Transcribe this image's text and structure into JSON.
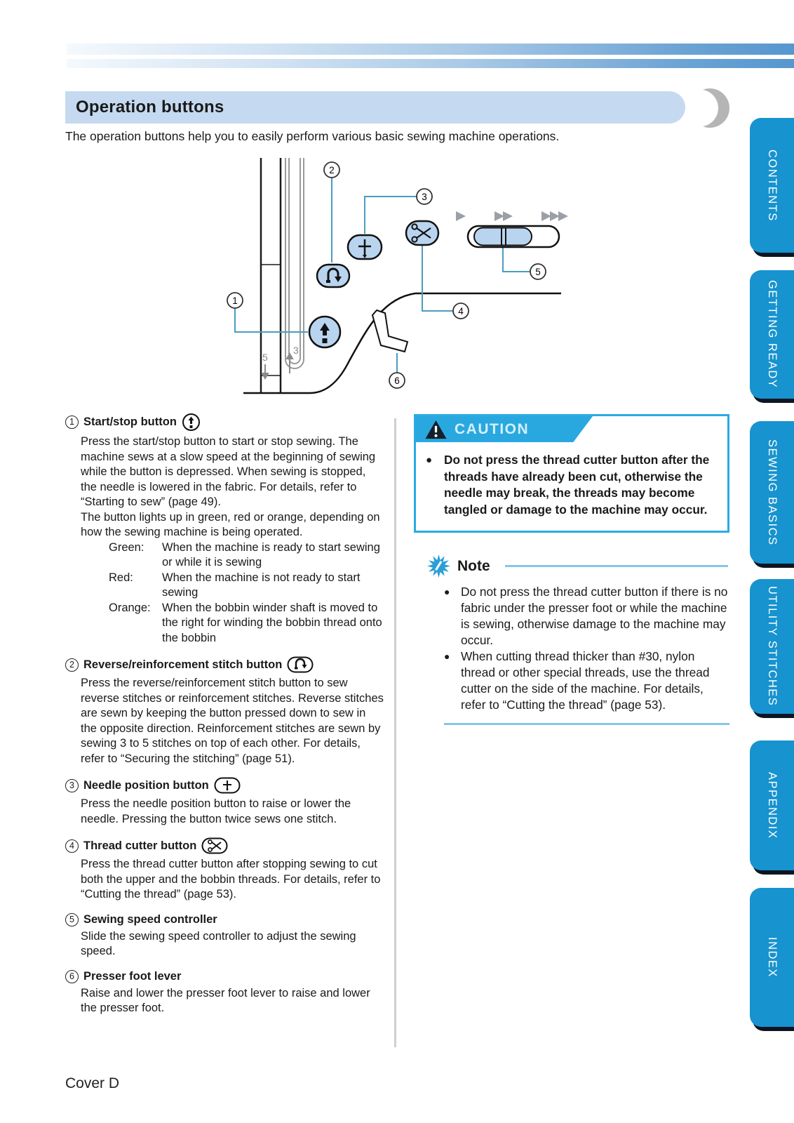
{
  "page": {
    "section_title": "Operation buttons",
    "intro": "The operation buttons help you to easily perform various basic sewing machine operations.",
    "footer": "Cover D"
  },
  "diagram": {
    "callouts": [
      "1",
      "2",
      "3",
      "4",
      "5",
      "6"
    ],
    "marks": {
      "left_num": "5",
      "right_num": "3"
    }
  },
  "sections": [
    {
      "num": "1",
      "title": "Start/stop button",
      "body": "Press the start/stop button to start or stop sewing. The machine sews at a slow speed at the beginning of sewing while the button is depressed. When sewing is stopped, the needle is lowered in the fabric. For details, refer to “Starting to sew” (page 49).",
      "body2": "The button lights up in green, red or orange, depending on how the sewing machine is being operated.",
      "table": [
        {
          "label": "Green:",
          "desc": "When the machine is ready to start sewing or while it is sewing"
        },
        {
          "label": "Red:",
          "desc": "When the machine is not ready to start sewing"
        },
        {
          "label": "Orange:",
          "desc": "When the bobbin winder shaft is moved to the right for winding the bobbin thread onto the bobbin"
        }
      ]
    },
    {
      "num": "2",
      "title": "Reverse/reinforcement stitch button",
      "body": "Press the reverse/reinforcement stitch button to sew reverse stitches or reinforcement stitches. Reverse stitches are sewn by keeping the button pressed down to sew in the opposite direction. Reinforcement stitches are sewn by sewing 3 to 5 stitches on top of each other. For details, refer to “Securing the stitching” (page 51)."
    },
    {
      "num": "3",
      "title": "Needle position button",
      "body": "Press the needle position button to raise or lower the needle. Pressing the button twice sews one stitch."
    },
    {
      "num": "4",
      "title": "Thread cutter button",
      "body": "Press the thread cutter button after stopping sewing to cut both the upper and the bobbin threads. For details, refer to “Cutting the thread” (page 53)."
    },
    {
      "num": "5",
      "title": "Sewing speed controller",
      "body": "Slide the sewing speed controller to adjust the sewing speed."
    },
    {
      "num": "6",
      "title": "Presser foot lever",
      "body": "Raise and lower the presser foot lever to raise and lower the presser foot."
    }
  ],
  "caution": {
    "title": "CAUTION",
    "items": [
      "Do not press the thread cutter button after the threads have already been cut, otherwise the needle may break, the threads may become tangled or damage to the machine may occur."
    ]
  },
  "note": {
    "title": "Note",
    "items": [
      "Do not press the thread cutter button if there is no fabric under the presser foot or while the machine is sewing, otherwise damage to the machine may occur.",
      "When cutting thread thicker than #30, nylon thread or other special threads, use the thread cutter on the side of the machine. For details, refer to “Cutting the thread” (page 53)."
    ]
  },
  "sidebar": {
    "tabs": [
      "CONTENTS",
      "GETTING READY",
      "SEWING BASICS",
      "UTILITY STITCHES",
      "APPENDIX",
      "INDEX"
    ]
  },
  "colors": {
    "tab_blue": "#1793cf",
    "caution_blue": "#29abe2",
    "header_bar_blue": "#c5daf0",
    "callout_line_teal": "#4a9cc1",
    "button_fill_blue": "#b9d4ee",
    "crescent_gray": "#b5b5b5"
  }
}
